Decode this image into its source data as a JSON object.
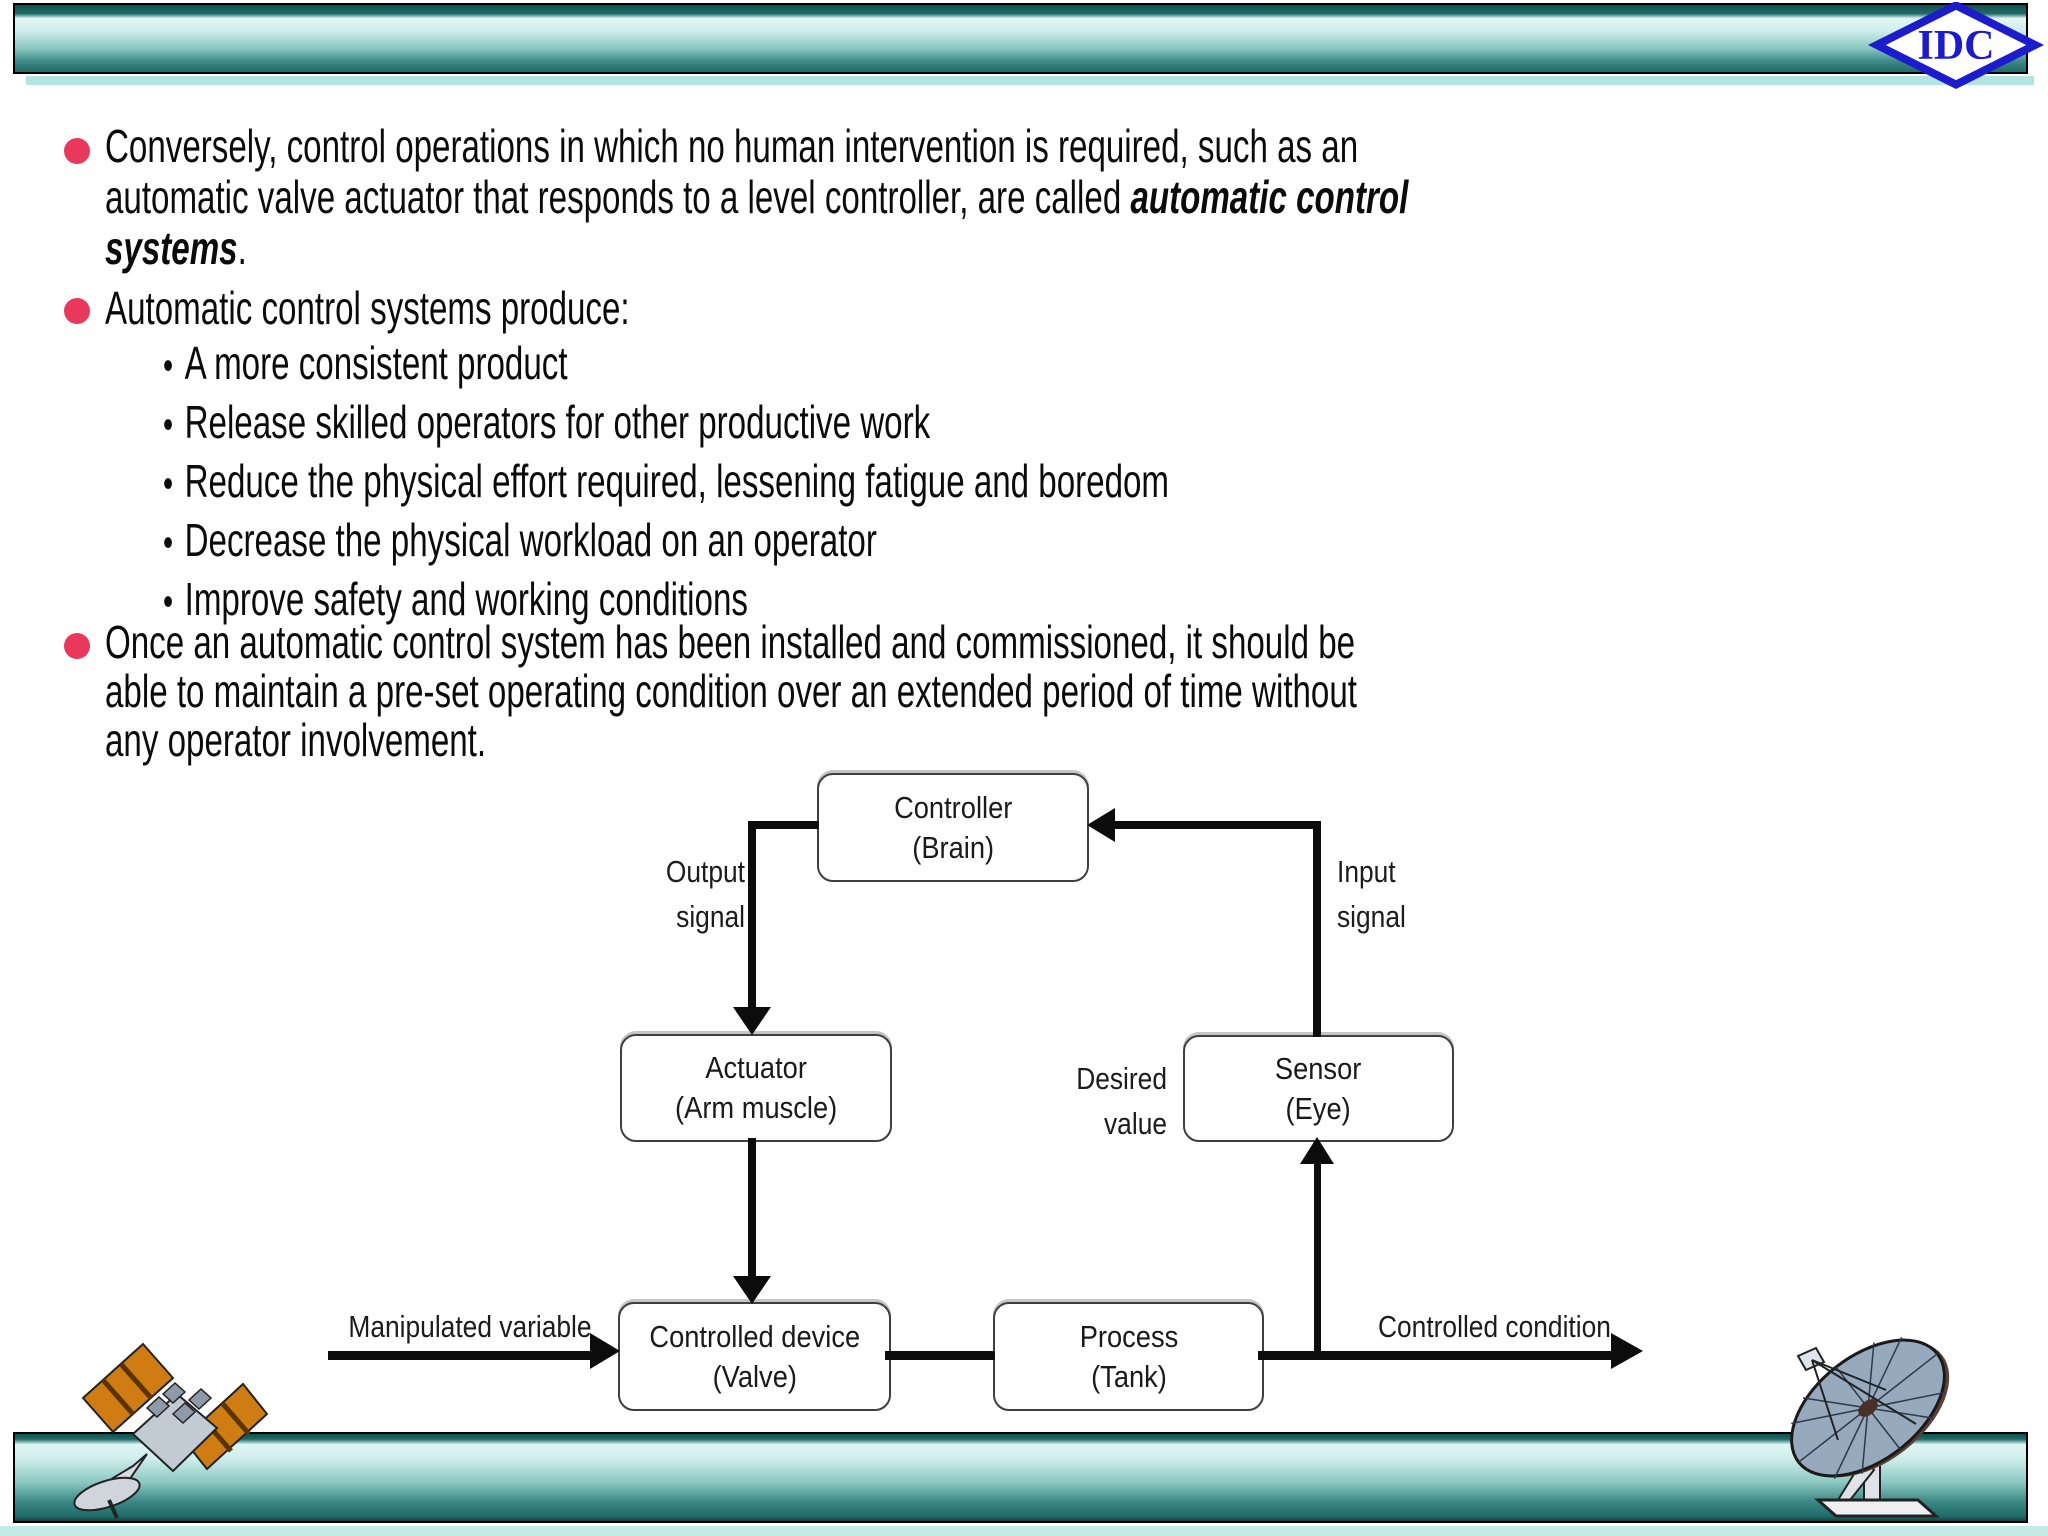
{
  "logo": {
    "text": "IDC"
  },
  "colors": {
    "bullet_accent": "#e8395c",
    "teal_dark": "#1e6b69",
    "teal_light": "#d9f3f0",
    "logo_blue": "#1c1ccd"
  },
  "bullets": {
    "b1_l1": "Conversely, control operations in which no human intervention is required, such as an",
    "b1_l2_pre": "automatic valve actuator that responds to a level controller, are called ",
    "b1_l2_em": "automatic control",
    "b1_l3_em": "systems",
    "b1_l3_post": ".",
    "b2": "Automatic control systems produce:",
    "sub": [
      "A more consistent product",
      "Release skilled operators for other productive work",
      "Reduce the physical effort required, lessening fatigue and boredom",
      "Decrease the physical workload on an operator",
      "Improve safety and working conditions"
    ],
    "b3_l1": "Once an automatic control system has been installed and commissioned, it should be",
    "b3_l2": "able to maintain a pre-set operating condition over an extended period of time without",
    "b3_l3": "any operator involvement."
  },
  "diagram": {
    "controller_title": "Controller",
    "controller_sub": "(Brain)",
    "actuator_title": "Actuator",
    "actuator_sub": "(Arm muscle)",
    "sensor_title": "Sensor",
    "sensor_sub": "(Eye)",
    "device_title": "Controlled device",
    "device_sub": "(Valve)",
    "process_title": "Process",
    "process_sub": "(Tank)",
    "output_l1": "Output",
    "output_l2": "signal",
    "input_l1": "Input",
    "input_l2": "signal",
    "desired_l1": "Desired",
    "desired_l2": "value",
    "manipulated": "Manipulated variable",
    "controlled": "Controlled condition"
  }
}
